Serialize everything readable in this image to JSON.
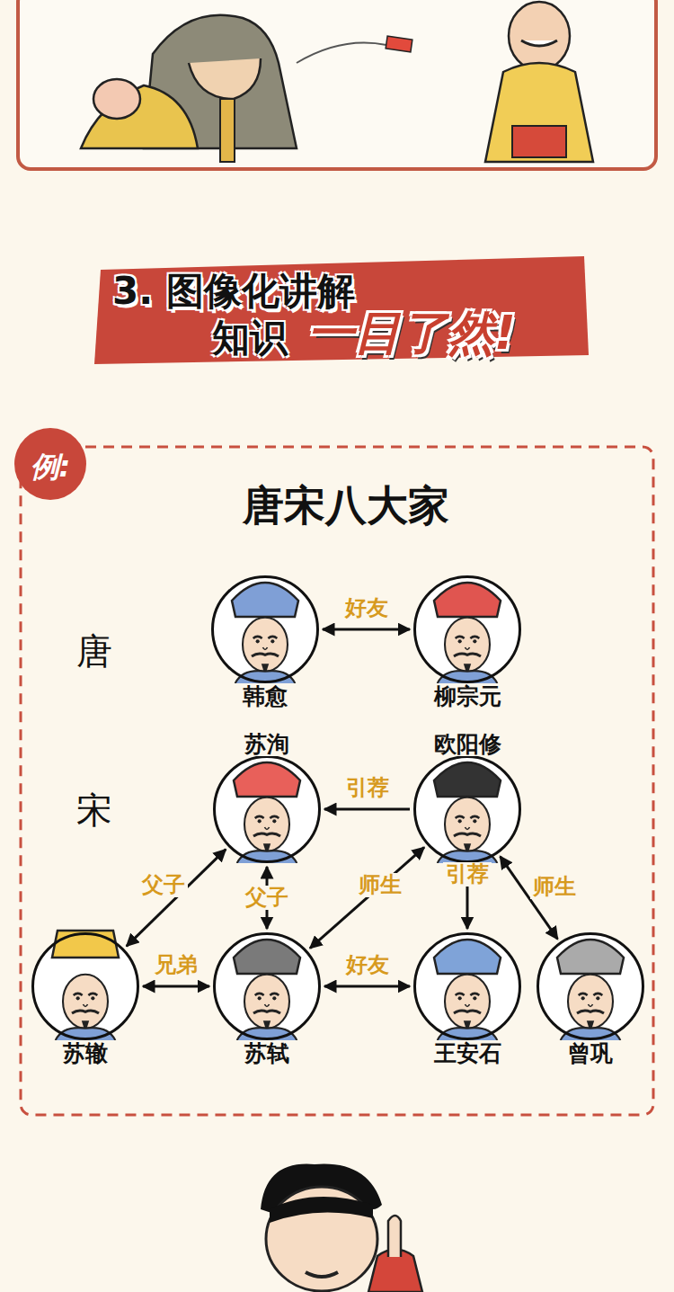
{
  "diagram": {
    "title": "唐宋八大家",
    "nodes": [
      {
        "text": [
          "韩愈"
        ]
      },
      {
        "text": [
          "柳宗元"
        ]
      },
      {
        "text": [
          "苏洵"
        ]
      },
      {
        "text": [
          "欧阳修"
        ]
      },
      {
        "text": [
          "苏辙"
        ]
      },
      {
        "text": [
          "苏轼"
        ]
      },
      {
        "text": [
          "王安石"
        ]
      },
      {
        "text": [
          "曾巩"
        ]
      }
    ],
    "edges": [
      {
        "from": 0,
        "to": 1,
        "label": "好友",
        "arrow": "both"
      },
      {
        "from": 3,
        "to": 2,
        "label": "引荐",
        "arrow": "to"
      },
      {
        "from": 2,
        "to": 4,
        "label": "父子",
        "arrow": "both"
      },
      {
        "from": 2,
        "to": 5,
        "label": "父子",
        "arrow": "both"
      },
      {
        "from": 3,
        "to": 5,
        "label": "师生",
        "arrow": "both"
      },
      {
        "from": 3,
        "to": 6,
        "label": "引荐",
        "arrow": "to"
      },
      {
        "from": 3,
        "to": 7,
        "label": "师生",
        "arrow": "both"
      },
      {
        "from": 4,
        "to": 5,
        "label": "兄弟",
        "arrow": "both"
      },
      {
        "from": 5,
        "to": 6,
        "label": "好友",
        "arrow": "both"
      }
    ],
    "labels": [
      "3. 图像化讲解",
      "知识",
      "一目了然!",
      "例:",
      "唐",
      "宋"
    ]
  }
}
